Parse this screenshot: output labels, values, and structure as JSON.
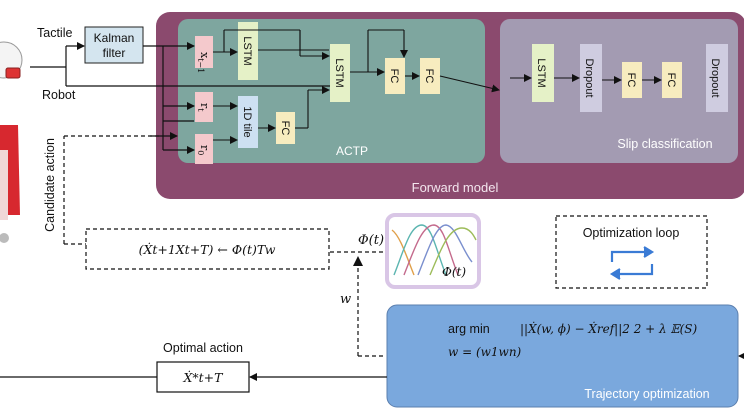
{
  "inputs": {
    "tactile": "Tactile",
    "robot": "Robot"
  },
  "kalman": {
    "line1": "Kalman",
    "line2": "filter"
  },
  "actp": {
    "title": "ACTP",
    "x_prev": {
      "base": "x",
      "sub": "t−1"
    },
    "lstm1": "LSTM",
    "lstm2": "LSTM",
    "r_t": {
      "base": "r",
      "sub": "t"
    },
    "r_0": {
      "base": "r",
      "sub": "0"
    },
    "tile": "1D tile",
    "fc_small": "FC",
    "fc1": "FC",
    "fc2": "FC"
  },
  "slip": {
    "title": "Slip classification",
    "lstm": "LSTM",
    "dropout1": "Dropout",
    "fc1": "FC",
    "fc2": "FC",
    "dropout2": "Dropout"
  },
  "forward_model_label": "Forward model",
  "candidate_action_label": "Candidate action",
  "equation_box": "(Ẋt+1Xt+T) ← Φ(t)Tw",
  "phi_label": "Φ(t)",
  "phi_box_label": "Φ(t)",
  "w_label": "w",
  "optimization_loop_label": "Optimization loop",
  "trajectory": {
    "argmin": "arg min",
    "objective": "||Ẋ(w, ϕ) − Ẋref||2 2 + λ 𝔼(S)",
    "w_def": "w = (w1wn)",
    "title": "Trajectory optimization"
  },
  "optimal_action_label": "Optimal action",
  "optimal_box": "Ẋ*t+T",
  "colors": {
    "forward_model": "#8b4a6e",
    "actp_panel": "#7ea69f",
    "slip_panel": "#a39bb2",
    "trajectory": "#7aa8dd",
    "lstm": "#e5f1c7",
    "fc": "#f7ecbf",
    "input_pink": "#f4c9cc",
    "tile_blue": "#cde0f2",
    "kalman": "#d4e5ef",
    "phi_border": "#d9c6e6"
  }
}
